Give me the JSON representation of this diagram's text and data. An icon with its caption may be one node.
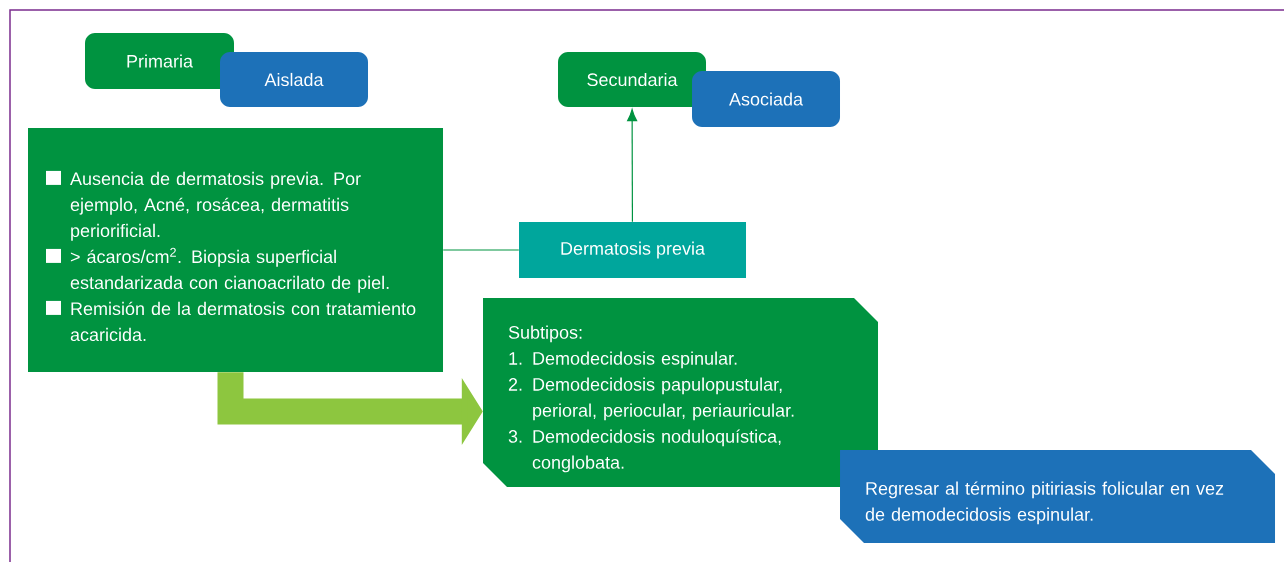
{
  "diagram": {
    "nodes": [
      {
        "text": [
          "Primaria"
        ]
      },
      {
        "text": [
          "Aislada"
        ]
      },
      {
        "text": [
          "Ausencia de dermatosis previa. Por ejemplo, Acné, rosácea, dermatitis periorificial.",
          "> ácaros/cm$^{2}$. Biopsia superficial estandarizada con cianoacrilato de piel.",
          "Remisión de la dermatosis con tratamiento acaricida."
        ]
      },
      {
        "text": [
          "Secundaria"
        ]
      },
      {
        "text": [
          "Asociada"
        ]
      },
      {
        "text": [
          "Dermatosis previa"
        ]
      },
      {
        "text": [
          "Subtipos:",
          "1. Demodecidosis espinular.",
          "2. Demodecidosis papulopustular, perioral, periocular, periauricular.",
          "3. Demodecidosis noduloquística, conglobata."
        ]
      },
      {
        "text": [
          "Regresar al término pitiriasis folicular en vez de demodecidosis espinular."
        ]
      }
    ],
    "edges": [
      {
        "from": 2,
        "to": 5,
        "arrow": "none"
      },
      {
        "from": 5,
        "to": 3,
        "arrow": "to"
      },
      {
        "from": 2,
        "to": 6,
        "arrow": "to",
        "style": "thick",
        "color": "#8dc63f"
      }
    ]
  }
}
